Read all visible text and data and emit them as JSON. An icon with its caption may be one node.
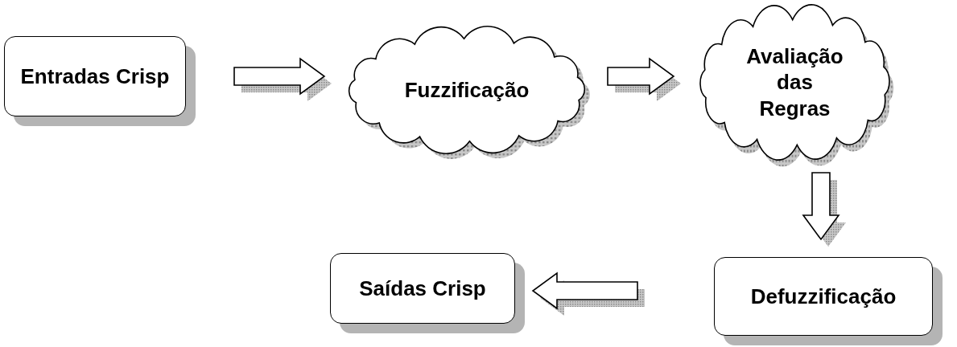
{
  "diagram": {
    "nodes": [
      {
        "text": [
          "Entradas Crisp"
        ]
      },
      {
        "text": [
          "Fuzzificação"
        ]
      },
      {
        "text": [
          "Avaliação das Regras"
        ]
      },
      {
        "text": [
          "Defuzzificação"
        ]
      },
      {
        "text": [
          "Saídas Crisp"
        ]
      }
    ],
    "edges": [
      {
        "from": 0,
        "to": 1,
        "arrow": "to"
      },
      {
        "from": 1,
        "to": 2,
        "arrow": "to"
      },
      {
        "from": 2,
        "to": 3,
        "arrow": "to"
      },
      {
        "from": 3,
        "to": 4,
        "arrow": "to"
      }
    ]
  }
}
